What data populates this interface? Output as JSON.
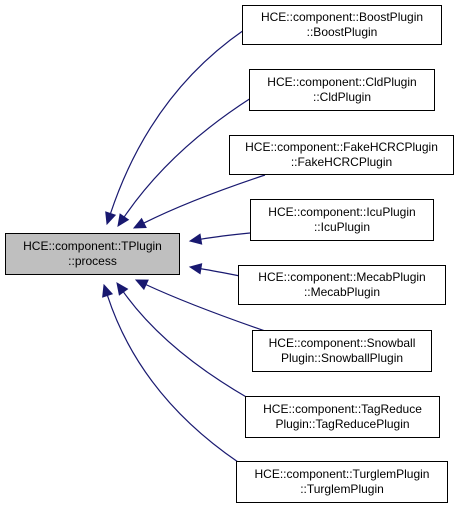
{
  "colors": {
    "edge": "#191970",
    "focus_fill": "#bfbfbf",
    "node_border": "#000000"
  },
  "focus": {
    "line1": "HCE::component::TPlugin",
    "line2": "::process"
  },
  "callers": [
    {
      "line1": "HCE::component::BoostPlugin",
      "line2": "::BoostPlugin"
    },
    {
      "line1": "HCE::component::CldPlugin",
      "line2": "::CldPlugin"
    },
    {
      "line1": "HCE::component::FakeHCRCPlugin",
      "line2": "::FakeHCRCPlugin"
    },
    {
      "line1": "HCE::component::IcuPlugin",
      "line2": "::IcuPlugin"
    },
    {
      "line1": "HCE::component::MecabPlugin",
      "line2": "::MecabPlugin"
    },
    {
      "line1": "HCE::component::Snowball",
      "line2": "Plugin::SnowballPlugin"
    },
    {
      "line1": "HCE::component::TagReduce",
      "line2": "Plugin::TagReducePlugin"
    },
    {
      "line1": "HCE::component::TurglemPlugin",
      "line2": "::TurglemPlugin"
    }
  ]
}
